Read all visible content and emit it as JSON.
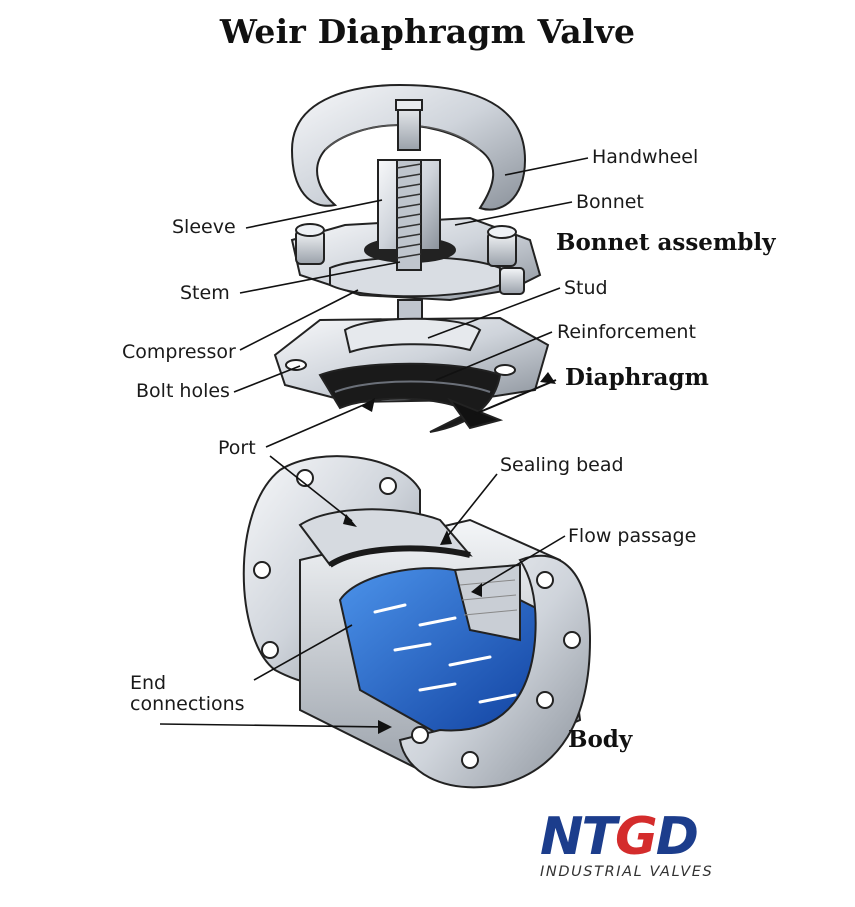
{
  "title": "Weir Diaphragm Valve",
  "labels": {
    "handwheel": "Handwheel",
    "bonnet": "Bonnet",
    "sleeve": "Sleeve",
    "stem": "Stem",
    "stud": "Stud",
    "compressor": "Compressor",
    "reinforcement": "Reinforcement",
    "bolt_holes": "Bolt holes",
    "port": "Port",
    "sealing_bead": "Sealing bead",
    "flow_passage": "Flow passage",
    "end_connections_line1": "End",
    "end_connections_line2": "connections"
  },
  "groups": {
    "bonnet_assembly": "Bonnet assembly",
    "diaphragm": "Diaphragm",
    "body": "Body"
  },
  "logo": {
    "word_a": "NT",
    "word_t": "G",
    "word_b": "D",
    "subtitle": "INDUSTRIAL VALVES",
    "brand_color": "#1c3d8c",
    "accent_color": "#d42c2c"
  },
  "colors": {
    "metal_light": "#eef1f5",
    "metal_mid": "#c4cad3",
    "metal_dark": "#7d858f",
    "diaphragm": "#1a1a1a",
    "flow_blue": "#1e62c9"
  }
}
